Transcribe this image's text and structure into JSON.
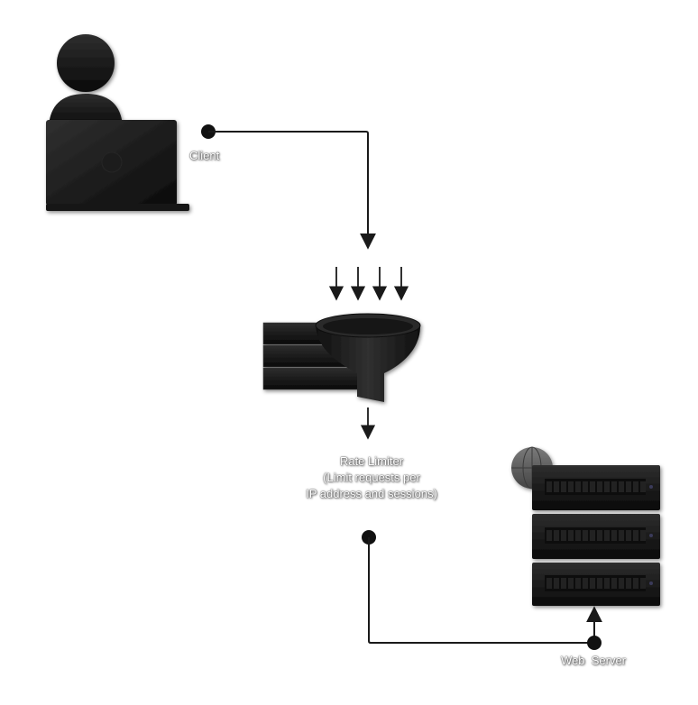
{
  "nodes": {
    "client": {
      "label": "Client",
      "icon": "user-laptop-icon"
    },
    "rate_limiter": {
      "title": "Rate Limiter",
      "description_line1": "(Limit requests per",
      "description_line2": "IP address and sessions)",
      "icon": "funnel-filter-icon"
    },
    "web_server": {
      "label": "Web  Server",
      "icon": "server-rack-icon"
    }
  },
  "edges": [
    {
      "from": "client",
      "to": "rate_limiter"
    },
    {
      "from": "rate_limiter",
      "to": "web_server"
    }
  ],
  "colors": {
    "icon_fill": "#141414",
    "line": "#1a1a1a",
    "label_text": "#ffffff"
  }
}
